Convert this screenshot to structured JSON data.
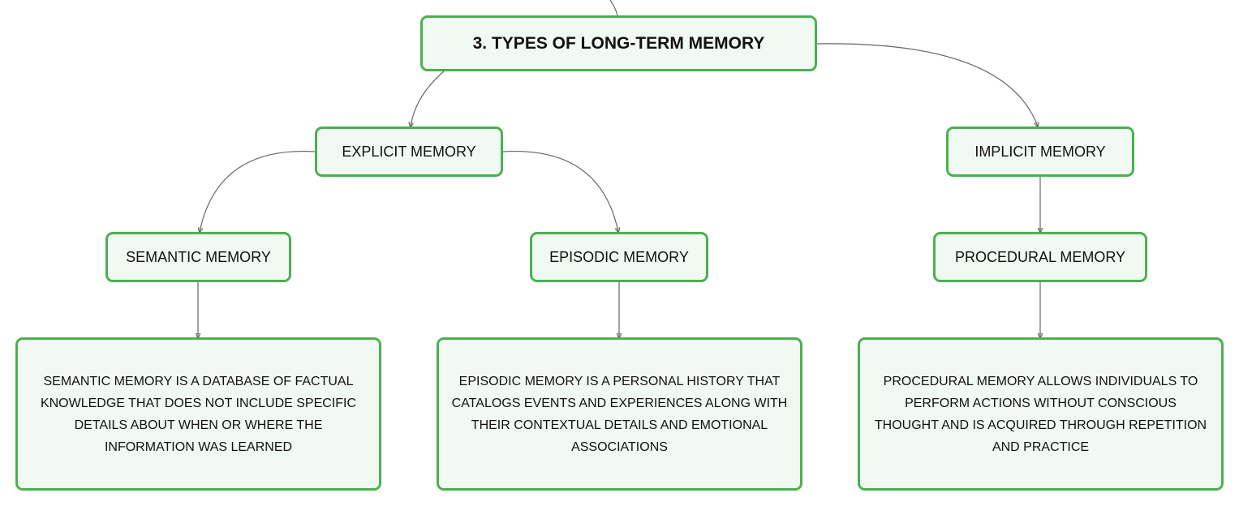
{
  "diagram": {
    "root": {
      "label": "3. TYPES OF LONG-TERM MEMORY"
    },
    "explicit": {
      "label": "EXPLICIT MEMORY"
    },
    "implicit": {
      "label": "IMPLICIT MEMORY"
    },
    "semantic": {
      "label": "SEMANTIC MEMORY",
      "description": "SEMANTIC MEMORY IS A DATABASE OF FACTUAL KNOWLEDGE THAT DOES NOT INCLUDE SPECIFIC DETAILS ABOUT WHEN OR WHERE THE INFORMATION WAS LEARNED"
    },
    "episodic": {
      "label": "EPISODIC MEMORY",
      "description": "EPISODIC MEMORY IS A PERSONAL HISTORY THAT CATALOGS EVENTS AND EXPERIENCES ALONG WITH THEIR CONTEXTUAL DETAILS AND EMOTIONAL ASSOCIATIONS"
    },
    "procedural": {
      "label": "PROCEDURAL MEMORY",
      "description": "PROCEDURAL MEMORY ALLOWS INDIVIDUALS TO PERFORM ACTIONS WITHOUT CONSCIOUS THOUGHT AND IS ACQUIRED THROUGH REPETITION AND PRACTICE"
    }
  },
  "colors": {
    "node_border": "#4caf50",
    "node_fill": "#f1faf2",
    "connector": "#666666",
    "text": "#111111"
  }
}
